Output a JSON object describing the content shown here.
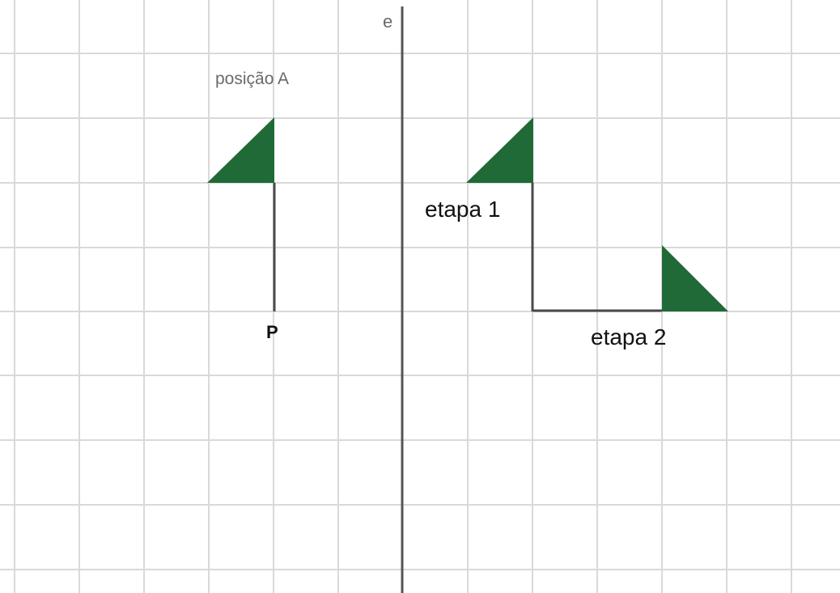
{
  "colors": {
    "flag_fill": "#1f6a36",
    "grid": "#d9d9d9",
    "axis": "#555555",
    "segments": "#4a4a4a",
    "label_primary": "#111111",
    "label_secondary": "#6a6a6a"
  },
  "labels": {
    "axis_name": "e",
    "position_a": "posição A",
    "point_p": "P",
    "step_1": "etapa 1",
    "step_2": "etapa 2"
  }
}
